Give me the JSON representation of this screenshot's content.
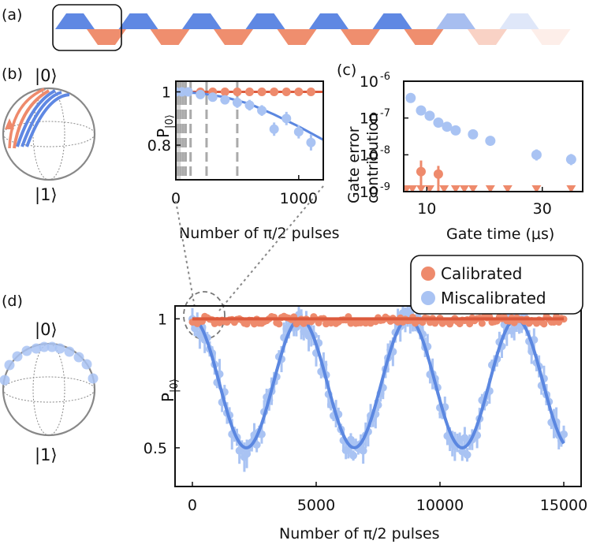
{
  "panel_labels": {
    "a": "(a)",
    "b": "(b)",
    "c": "(c)",
    "d": "(d)"
  },
  "colors": {
    "calibrated": "#ee8a6c",
    "calibrated_line": "#dc5a3c",
    "miscalibrated": "#a9c3f3",
    "miscalibrated_line": "#5b87e0",
    "pulse_blue": "#5f88e3",
    "pulse_red": "#ef8e6e"
  },
  "bloch": {
    "ket0": "|0⟩",
    "ket1": "|1⟩"
  },
  "legend": {
    "calibrated": "Calibrated",
    "miscalibrated": "Miscalibrated"
  },
  "chart_data": [
    {
      "id": "b",
      "type": "scatter",
      "xlabel": "Number of π/2 pulses",
      "ylabel": "P|0⟩",
      "xlim": [
        0,
        1200
      ],
      "ylim": [
        0.67,
        1.04
      ],
      "xticks": [
        "0",
        "1000"
      ],
      "yticks": [
        "0.8",
        "1"
      ],
      "dashed_verticals": [
        10,
        20,
        40,
        60,
        80,
        120,
        250,
        500
      ],
      "series": [
        {
          "name": "Calibrated",
          "x": [
            0,
            100,
            200,
            300,
            400,
            500,
            600,
            700,
            800,
            900,
            1000,
            1100
          ],
          "y": [
            1,
            1,
            1,
            1,
            1,
            1,
            1,
            1,
            1,
            1,
            1,
            1
          ]
        },
        {
          "name": "Miscalibrated",
          "x": [
            0,
            50,
            100,
            200,
            300,
            400,
            500,
            600,
            700,
            800,
            900,
            1000,
            1100
          ],
          "y": [
            1.0,
            1.0,
            1.0,
            0.99,
            0.98,
            0.97,
            0.96,
            0.95,
            0.93,
            0.86,
            0.9,
            0.85,
            0.81
          ],
          "yerr": [
            0.01,
            0.01,
            0.01,
            0.01,
            0.015,
            0.015,
            0.02,
            0.02,
            0.02,
            0.025,
            0.025,
            0.025,
            0.03
          ]
        }
      ],
      "fits": [
        {
          "name": "Calibrated",
          "x": [
            0,
            1200
          ],
          "y": [
            1.0,
            1.0
          ]
        },
        {
          "name": "Miscalibrated",
          "x": [
            0,
            200,
            400,
            600,
            800,
            1000,
            1200
          ],
          "y": [
            1.0,
            0.995,
            0.98,
            0.955,
            0.915,
            0.87,
            0.82
          ]
        }
      ]
    },
    {
      "id": "c",
      "type": "scatter",
      "xlabel": "Gate time (μs)",
      "ylabel": "Gate error contribution",
      "yscale": "log",
      "xlim": [
        6,
        37
      ],
      "ylim": [
        1e-09,
        1e-06
      ],
      "xticks": [
        "10",
        "30"
      ],
      "yticks": [
        "10^-9",
        "10^-8",
        "10^-7",
        "10^-6"
      ],
      "series": [
        {
          "name": "Miscalibrated",
          "x": [
            7.2,
            9,
            10.5,
            12,
            13.5,
            15,
            18,
            21,
            29,
            35
          ],
          "y": [
            3.5e-07,
            1.6e-07,
            1.15e-07,
            7.5e-08,
            5.8e-08,
            4.6e-08,
            3.6e-08,
            2.4e-08,
            1e-08,
            7.5e-09
          ]
        },
        {
          "name": "Calibrated",
          "x": [
            9,
            12
          ],
          "y": [
            3.5e-09,
            3e-09
          ],
          "yerr_up": [
            7e-09,
            5e-09
          ]
        },
        {
          "name": "Calibrated (upper bound)",
          "x": [
            6.5,
            7.5,
            9,
            10.5,
            13,
            15,
            16.5,
            18,
            21,
            24,
            29,
            35
          ],
          "y": [
            1e-09,
            1e-09,
            1e-09,
            1e-09,
            1e-09,
            1e-09,
            1e-09,
            1e-09,
            1e-09,
            1e-09,
            1e-09,
            1e-09
          ]
        }
      ]
    },
    {
      "id": "d",
      "type": "scatter",
      "xlabel": "Number of π/2 pulses",
      "ylabel": "P|0⟩",
      "xlim": [
        -700,
        15700
      ],
      "ylim": [
        0.35,
        1.05
      ],
      "xticks": [
        "0",
        "5000",
        "10000",
        "15000"
      ],
      "yticks": [
        "0.5",
        "1"
      ],
      "series": [
        {
          "name": "Calibrated",
          "x_range": [
            0,
            15000
          ],
          "y_mean": 0.995,
          "y_jitter": 0.015
        },
        {
          "name": "Miscalibrated",
          "x_range": [
            0,
            15000
          ],
          "model": "0.75 + 0.25*cos(2*pi*x/4360)",
          "y_jitter": 0.045
        }
      ],
      "fits": [
        {
          "name": "Calibrated",
          "x": [
            0,
            15000
          ],
          "y": [
            1.0,
            1.0
          ]
        },
        {
          "name": "Miscalibrated",
          "period": 4360,
          "center": 0.75,
          "amplitude": 0.25
        }
      ]
    }
  ]
}
